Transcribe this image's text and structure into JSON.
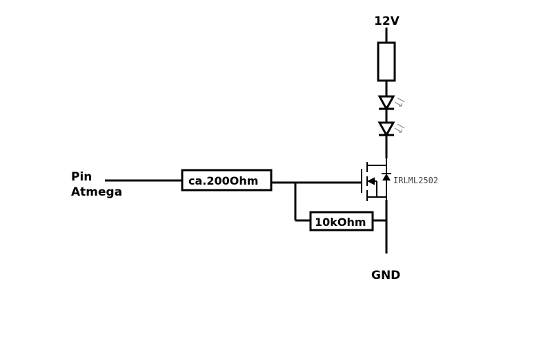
{
  "labels": {
    "supply": "12V",
    "ground": "GND",
    "pin_line1": "Pin",
    "pin_line2": "Atmega",
    "gate_resistor": "ca.200Ohm",
    "pulldown_resistor": "10kOhm",
    "mosfet_part": "IRLML2502"
  },
  "colors": {
    "wire": "#000000",
    "part_text": "#444444",
    "background": "#ffffff"
  }
}
